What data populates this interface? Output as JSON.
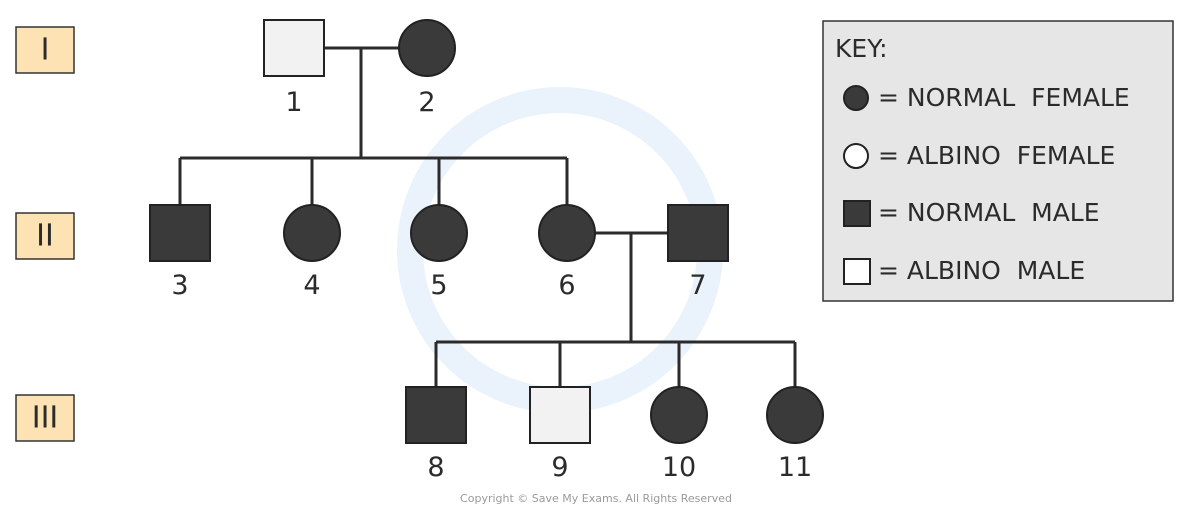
{
  "generations": [
    {
      "id": "gen-1",
      "label": "I"
    },
    {
      "id": "gen-2",
      "label": "II"
    },
    {
      "id": "gen-3",
      "label": "III"
    }
  ],
  "individuals": [
    {
      "number": "1",
      "sex": "male",
      "phenotype": "albino"
    },
    {
      "number": "2",
      "sex": "female",
      "phenotype": "normal"
    },
    {
      "number": "3",
      "sex": "male",
      "phenotype": "normal"
    },
    {
      "number": "4",
      "sex": "female",
      "phenotype": "normal"
    },
    {
      "number": "5",
      "sex": "female",
      "phenotype": "normal"
    },
    {
      "number": "6",
      "sex": "female",
      "phenotype": "normal"
    },
    {
      "number": "7",
      "sex": "male",
      "phenotype": "normal"
    },
    {
      "number": "8",
      "sex": "male",
      "phenotype": "normal"
    },
    {
      "number": "9",
      "sex": "male",
      "phenotype": "albino"
    },
    {
      "number": "10",
      "sex": "female",
      "phenotype": "normal"
    },
    {
      "number": "11",
      "sex": "female",
      "phenotype": "normal"
    }
  ],
  "key": {
    "title": "KEY:",
    "entries": [
      {
        "symbol": "filled-circle",
        "text": "= NORMAL  FEMALE"
      },
      {
        "symbol": "empty-circle",
        "text": "= ALBINO  FEMALE"
      },
      {
        "symbol": "filled-square",
        "text": "= NORMAL  MALE"
      },
      {
        "symbol": "empty-square",
        "text": "= ALBINO  MALE"
      }
    ]
  },
  "copyright": "Copyright © Save My Exams. All Rights Reserved",
  "colors": {
    "affected_fill": "#3a3a3a",
    "unaffected_fill": "#f2f2f2",
    "generation_box": "#fde3b3",
    "key_background": "#e6e6e6"
  }
}
